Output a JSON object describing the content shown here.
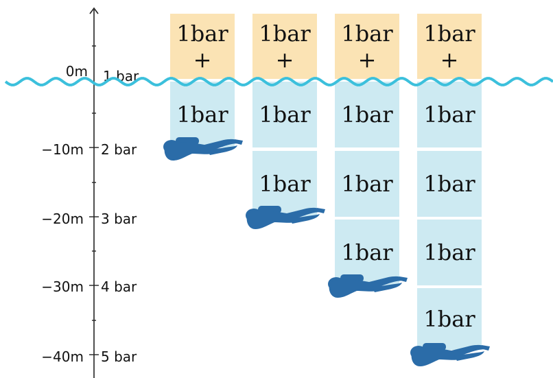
{
  "axis": {
    "rows": [
      {
        "depth": "0m",
        "pressure": "1 bar"
      },
      {
        "depth": "−10m",
        "pressure": "2 bar"
      },
      {
        "depth": "−20m",
        "pressure": "3 bar"
      },
      {
        "depth": "−30m",
        "pressure": "4 bar"
      },
      {
        "depth": "−40m",
        "pressure": "5 bar"
      }
    ]
  },
  "atmosphere_box": {
    "line1": "1bar",
    "line2": "+"
  },
  "water_box": {
    "label": "1bar"
  },
  "columns": [
    {
      "water_blocks": 1
    },
    {
      "water_blocks": 2
    },
    {
      "water_blocks": 3
    },
    {
      "water_blocks": 4
    }
  ],
  "colors": {
    "air": "#fbe3b4",
    "water_fill": "#cdeaf2",
    "wave": "#3cc0dc",
    "diver": "#2b6ca8",
    "axis": "#222222"
  },
  "icons": {
    "diver": "scuba-diver-icon",
    "surface": "water-surface-wave"
  }
}
